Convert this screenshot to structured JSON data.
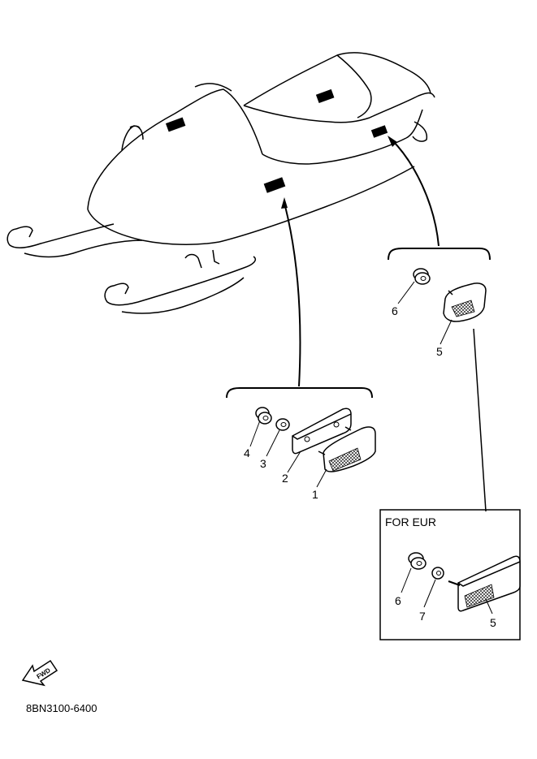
{
  "diagram": {
    "callouts": {
      "part_1": "1",
      "part_2": "2",
      "part_3": "3",
      "part_4": "4",
      "part_5_top": "5",
      "part_6_top": "6",
      "part_6_eur": "6",
      "part_7_eur": "7",
      "part_5_eur": "5"
    },
    "eur_box_title": "FOR EUR",
    "fwd_label": "FWD",
    "drawing_code": "8BN3100-6400"
  }
}
